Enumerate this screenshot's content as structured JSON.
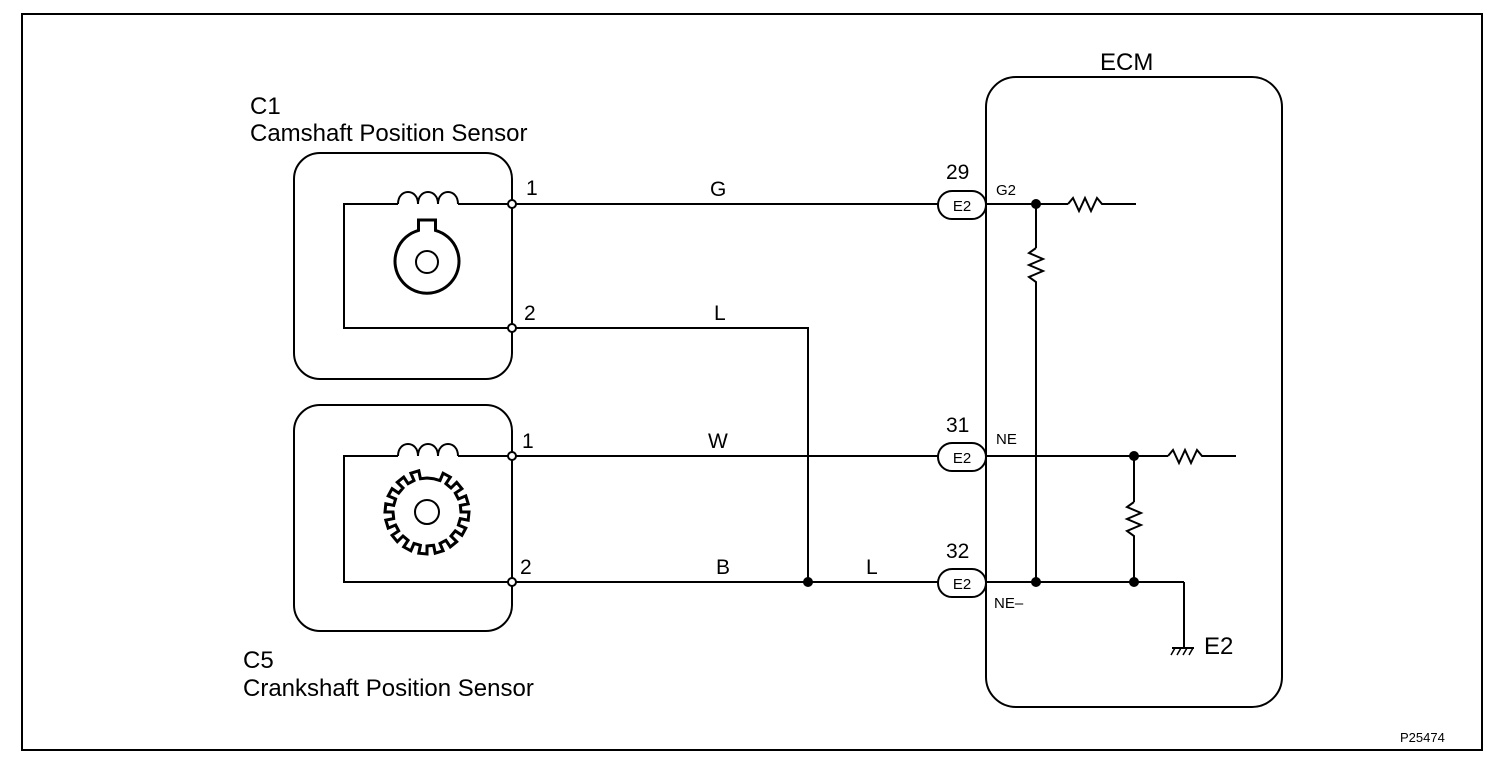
{
  "figure_id": "P25474",
  "sensors": {
    "camshaft": {
      "code": "C1",
      "name": "Camshaft Position Sensor",
      "pin1": "1",
      "pin2": "2"
    },
    "crankshaft": {
      "code": "C5",
      "name": "Crankshaft Position Sensor",
      "pin1": "1",
      "pin2": "2"
    }
  },
  "wires": {
    "cam_pin1": "G",
    "cam_pin2": "L",
    "crank_pin1": "W",
    "crank_pin2": "B",
    "common_to_ecm": "L"
  },
  "ecm": {
    "title": "ECM",
    "terminals": [
      {
        "number": "29",
        "connector": "E2",
        "signal": "G2"
      },
      {
        "number": "31",
        "connector": "E2",
        "signal": "NE"
      },
      {
        "number": "32",
        "connector": "E2",
        "signal": "NE–"
      }
    ],
    "ground_label": "E2"
  }
}
